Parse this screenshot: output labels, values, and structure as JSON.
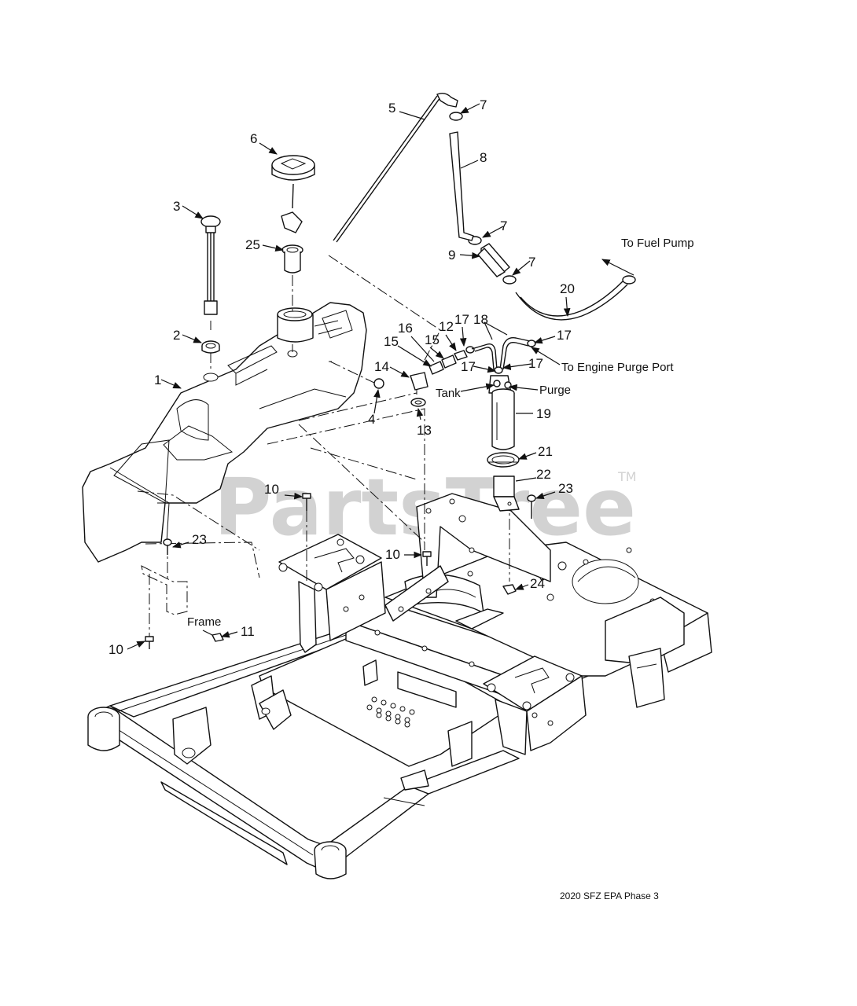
{
  "watermark": {
    "text": "PartsTree",
    "trademark": "TM"
  },
  "footer": {
    "caption": "2020 SFZ EPA Phase 3"
  },
  "callouts": {
    "c1": "1",
    "c2": "2",
    "c3": "3",
    "c4": "4",
    "c5": "5",
    "c6": "6",
    "c7a": "7",
    "c7b": "7",
    "c7c": "7",
    "c8": "8",
    "c9": "9",
    "c10a": "10",
    "c10b": "10",
    "c10c": "10",
    "c11": "11",
    "c12": "12",
    "c13": "13",
    "c14": "14",
    "c15a": "15",
    "c15b": "15",
    "c16": "16",
    "c17a": "17",
    "c17b": "17",
    "c17c": "17",
    "c17d": "17",
    "c18": "18",
    "c19": "19",
    "c20": "20",
    "c21": "21",
    "c22": "22",
    "c23a": "23",
    "c23b": "23",
    "c24": "24",
    "c25": "25"
  },
  "labels": {
    "to_fuel_pump": "To Fuel Pump",
    "to_engine_purge_port": "To Engine Purge Port",
    "tank": "Tank",
    "purge": "Purge",
    "frame": "Frame"
  }
}
